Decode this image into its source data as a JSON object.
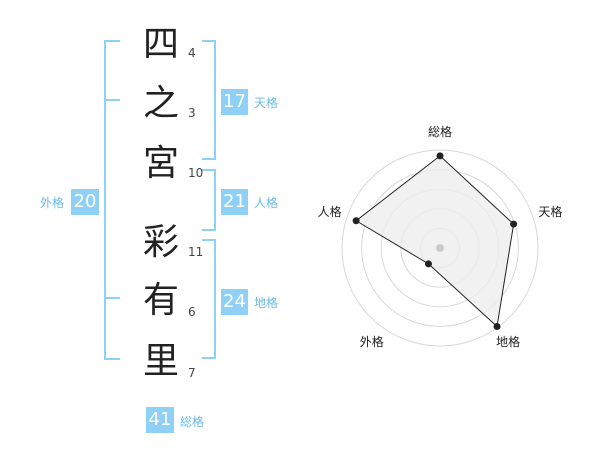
{
  "name": {
    "characters": [
      {
        "char": "四",
        "strokes": "4"
      },
      {
        "char": "之",
        "strokes": "3"
      },
      {
        "char": "宮",
        "strokes": "10"
      },
      {
        "char": "彩",
        "strokes": "11"
      },
      {
        "char": "有",
        "strokes": "6"
      },
      {
        "char": "里",
        "strokes": "7"
      }
    ]
  },
  "fortunes": {
    "tenkaku": {
      "value": "17",
      "label": "天格"
    },
    "jinkaku": {
      "value": "21",
      "label": "人格"
    },
    "chikaku": {
      "value": "24",
      "label": "地格"
    },
    "gaikaku": {
      "value": "20",
      "label": "外格"
    },
    "soukaku": {
      "value": "41",
      "label": "総格"
    }
  },
  "chart_data": {
    "type": "radar",
    "axes": [
      "総格",
      "天格",
      "地格",
      "外格",
      "人格"
    ],
    "values": [
      0.94,
      0.79,
      0.99,
      0.2,
      0.9
    ],
    "rings": 5,
    "colors": {
      "fill": "#eeeeee",
      "line": "#222222",
      "ring": "#d8d8d8",
      "center": "#cccccc"
    }
  },
  "colors": {
    "accent": "#8fd0f6",
    "label": "#6bbbe8"
  }
}
